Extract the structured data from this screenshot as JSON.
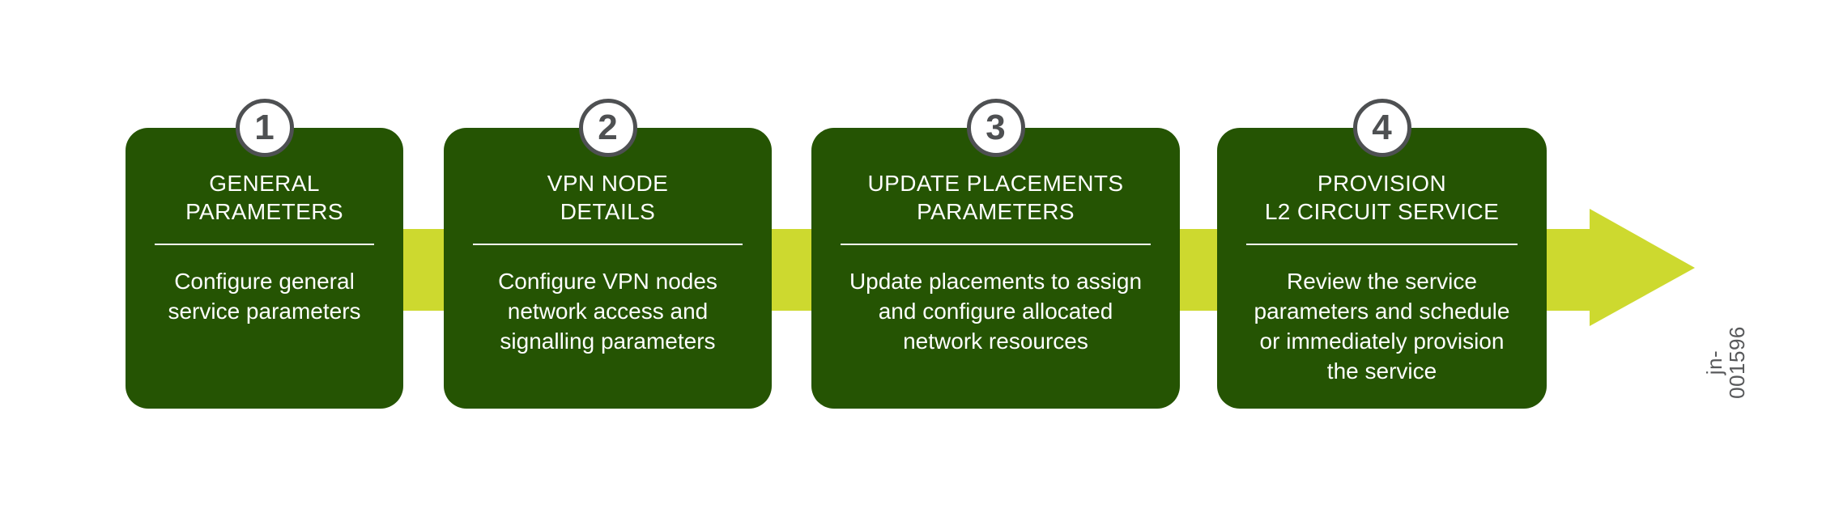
{
  "colors": {
    "box_green": "#255403",
    "arrow_green": "#cdd92f",
    "badge_gray": "#4e5052",
    "label_gray": "#58595b",
    "text_white": "#ffffff"
  },
  "figure_label": "jn-001596",
  "steps": [
    {
      "number": "1",
      "title_lines": [
        "GENERAL",
        "PARAMETERS"
      ],
      "desc_lines": [
        "Configure general",
        "service parameters"
      ]
    },
    {
      "number": "2",
      "title_lines": [
        "VPN NODE",
        "DETAILS"
      ],
      "desc_lines": [
        "Configure VPN nodes",
        "network access and",
        "signalling parameters"
      ]
    },
    {
      "number": "3",
      "title_lines": [
        "UPDATE PLACEMENTS",
        "PARAMETERS"
      ],
      "desc_lines": [
        "Update placements to assign",
        "and configure allocated",
        "network resources"
      ]
    },
    {
      "number": "4",
      "title_lines": [
        "PROVISION",
        "L2 CIRCUIT SERVICE"
      ],
      "desc_lines": [
        "Review the service",
        "parameters and schedule",
        "or immediately provision",
        "the service"
      ]
    }
  ]
}
